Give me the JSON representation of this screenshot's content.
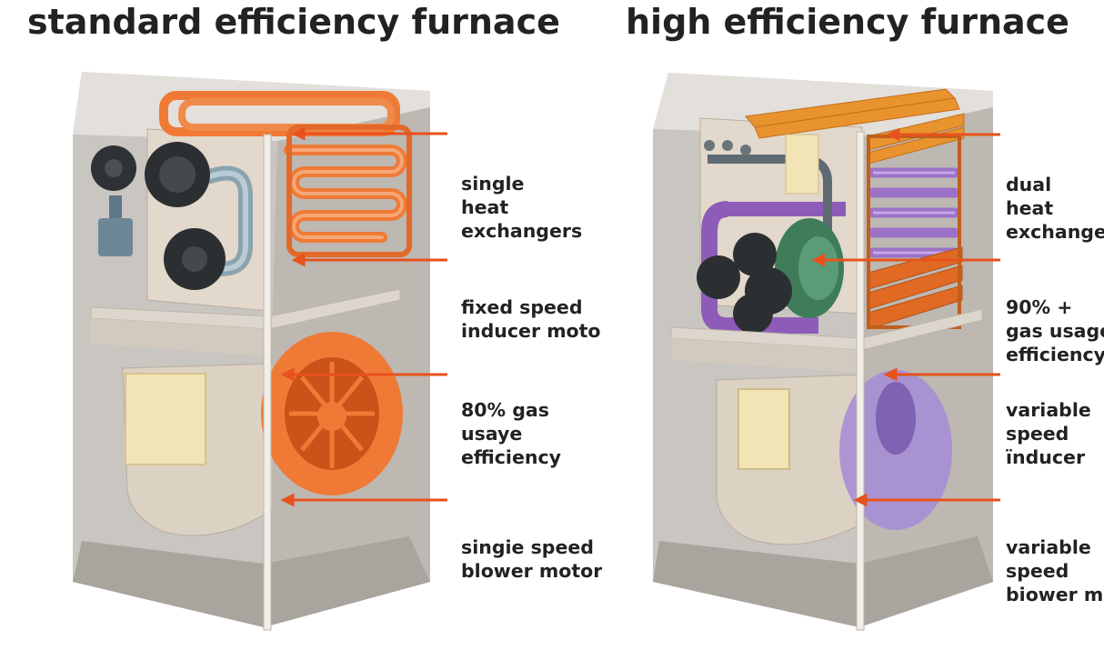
{
  "titles": {
    "left": "standard efficiency furnace",
    "right": "high efficiency furnace"
  },
  "colors": {
    "arrow": "#e8521c",
    "cabinet": "#cfcbc6",
    "panel": "#e4dace",
    "copper": "#ef7a36",
    "purple": "#9c72c6",
    "green": "#3f7d5a",
    "blower_orange": "#ef7a36",
    "blower_purple": "#a58bd6"
  },
  "icons": [
    "single-heat-exchanger-icon",
    "inducer-motor-icon",
    "blower-wheel-icon",
    "dual-heat-exchanger-icon",
    "control-panel-icon"
  ],
  "left_labels": [
    {
      "lines": [
        "single",
        "heat",
        "exchangers"
      ]
    },
    {
      "lines": [
        "fixed speed",
        "inducer moto"
      ]
    },
    {
      "lines": [
        "80% gas",
        "usaye",
        "efficiency"
      ]
    },
    {
      "lines": [
        "singie speed",
        "blower motor"
      ]
    }
  ],
  "right_labels": [
    {
      "lines": [
        "dual",
        "heat",
        "exchangers"
      ]
    },
    {
      "lines": [
        "90% +",
        "gas usage",
        "efficiency"
      ]
    },
    {
      "lines": [
        "variable",
        "speed",
        "ïnducer"
      ]
    },
    {
      "lines": [
        "variable",
        "speed",
        "biower motor"
      ]
    }
  ]
}
